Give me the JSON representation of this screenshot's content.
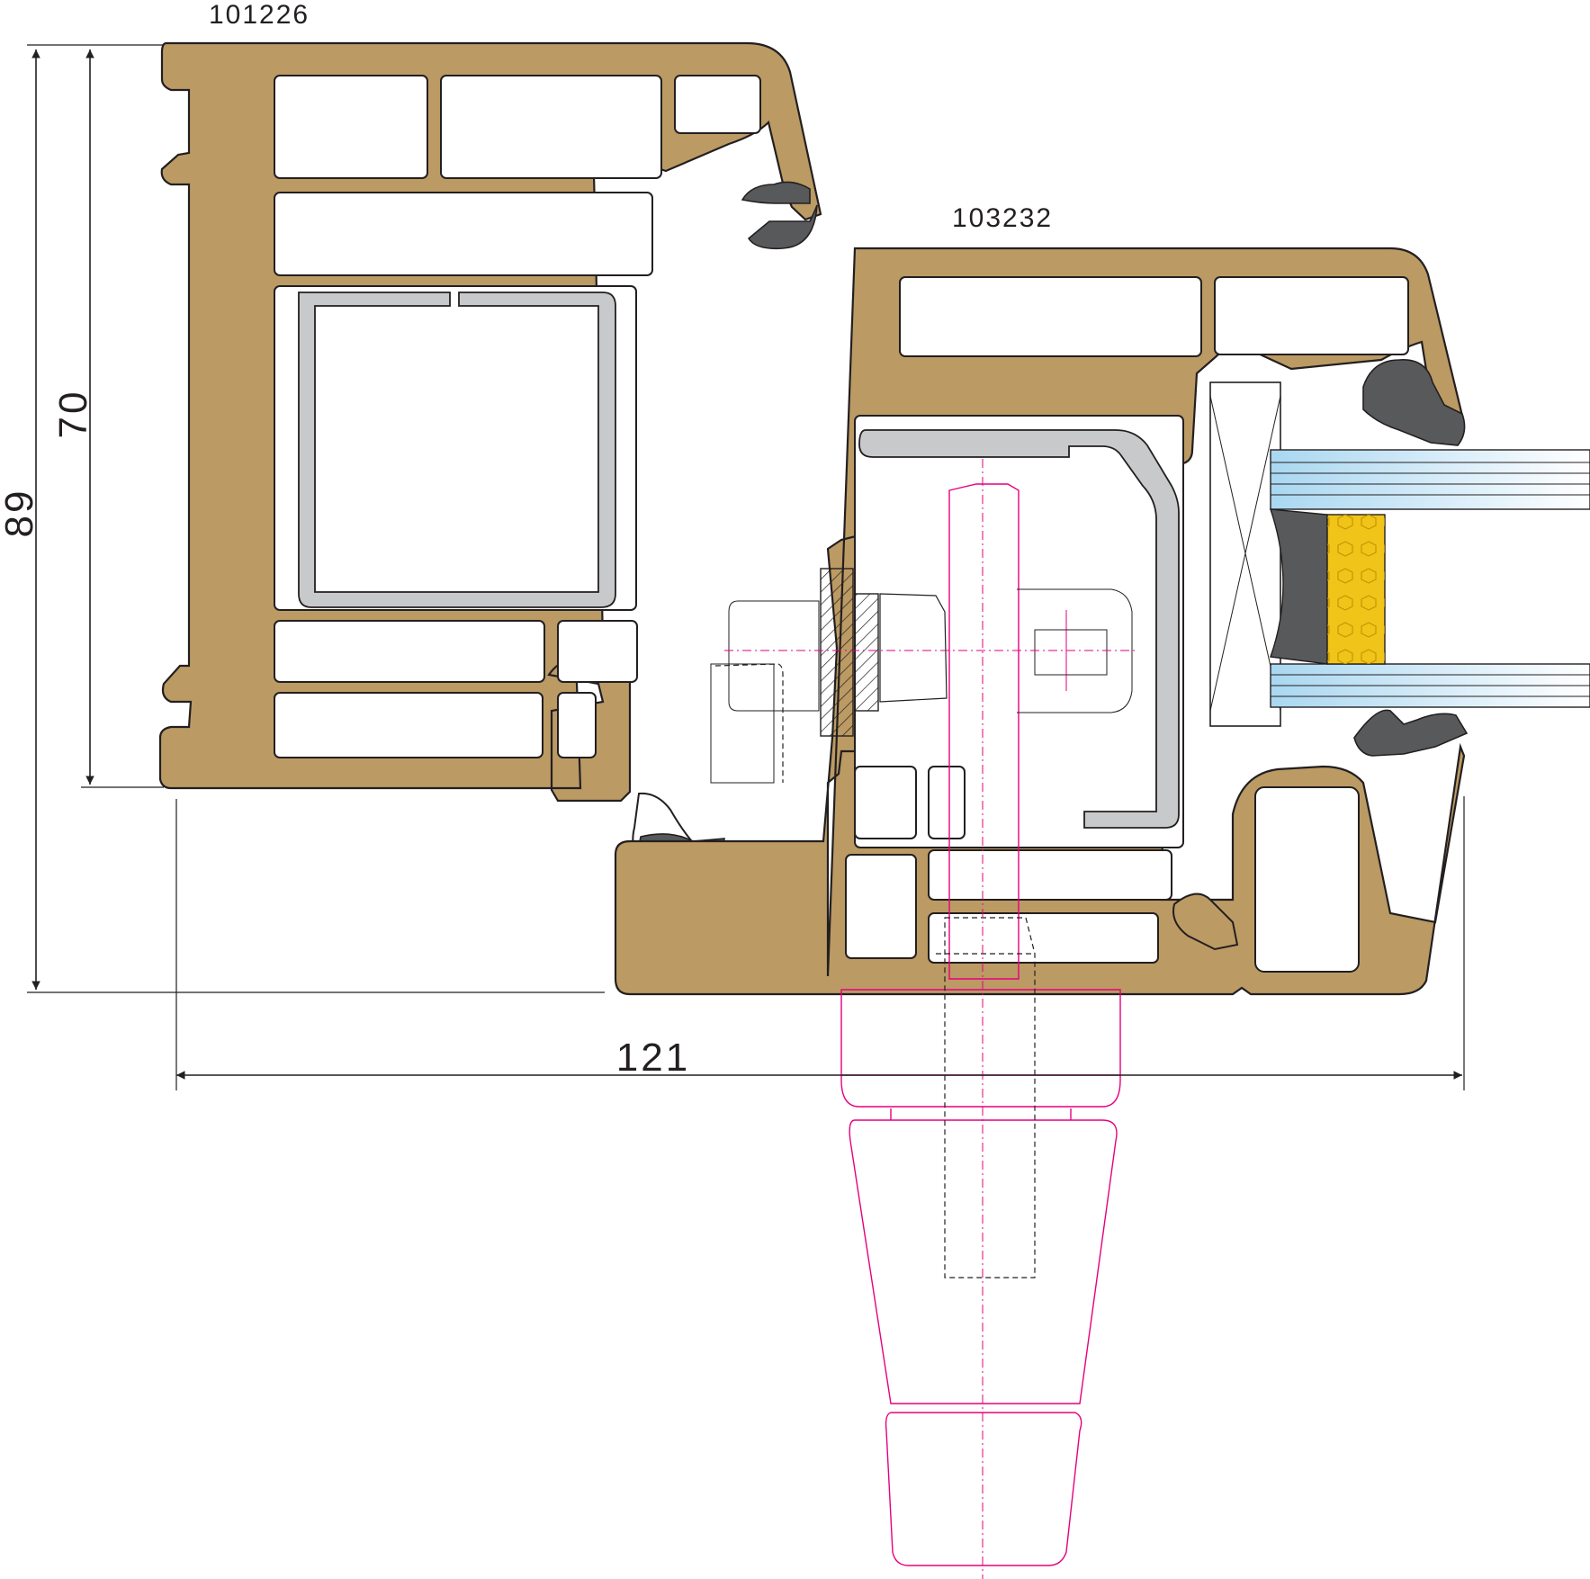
{
  "labels": {
    "frame_profile_code": "101226",
    "sash_profile_code": "103232"
  },
  "dimensions": {
    "total_height": "89",
    "frame_height": "70",
    "total_width": "121"
  },
  "colors": {
    "profile_fill": "#bb9a64",
    "outline": "#231f20",
    "steel": "#c8c9cb",
    "gasket": "#58595b",
    "spacer_foam": "#f0c419",
    "glass": "#d2e9f6",
    "hardware": "#e6007e"
  }
}
